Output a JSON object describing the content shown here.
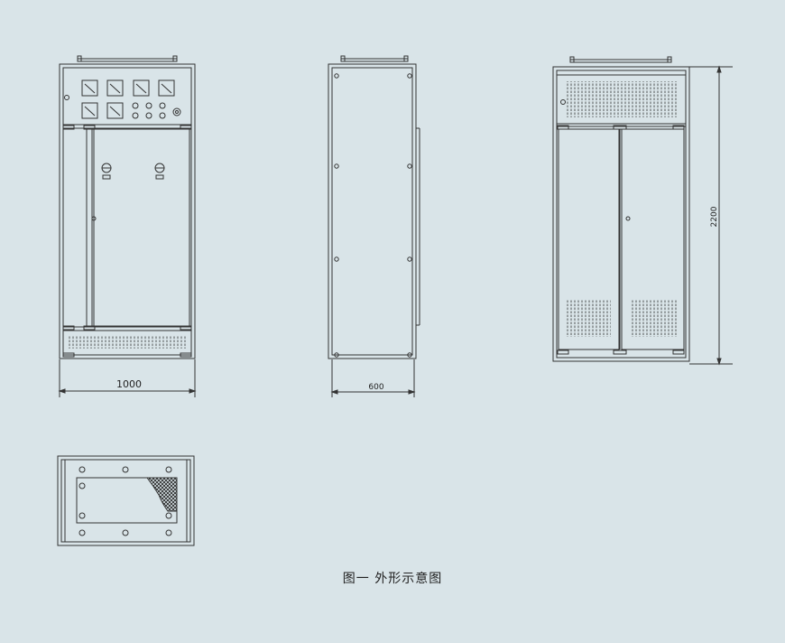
{
  "dimensions": {
    "front_width": "1000",
    "side_depth": "600",
    "rear_height": "2200"
  },
  "caption": "图一  外形示意图",
  "colors": {
    "background": "#d9e4e8",
    "line": "#333333"
  }
}
